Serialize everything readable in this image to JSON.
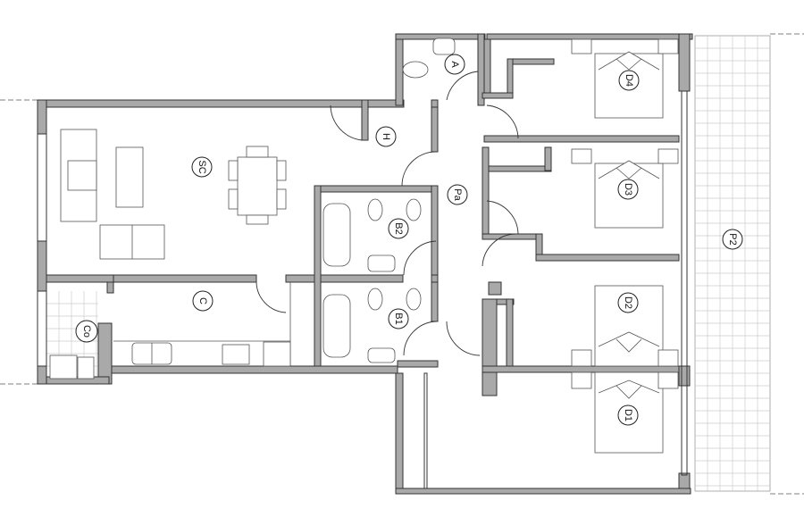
{
  "plan": {
    "rooms": {
      "sc": "SC",
      "h": "H",
      "a": "A",
      "pa": "Pa",
      "b2": "B2",
      "b1": "B1",
      "c": "C",
      "co": "Co",
      "d4": "D4",
      "d3": "D3",
      "d2": "D2",
      "d1": "D1",
      "p2": "P2"
    },
    "colors": {
      "wall": "#a9a9a9",
      "line": "#333333"
    }
  }
}
